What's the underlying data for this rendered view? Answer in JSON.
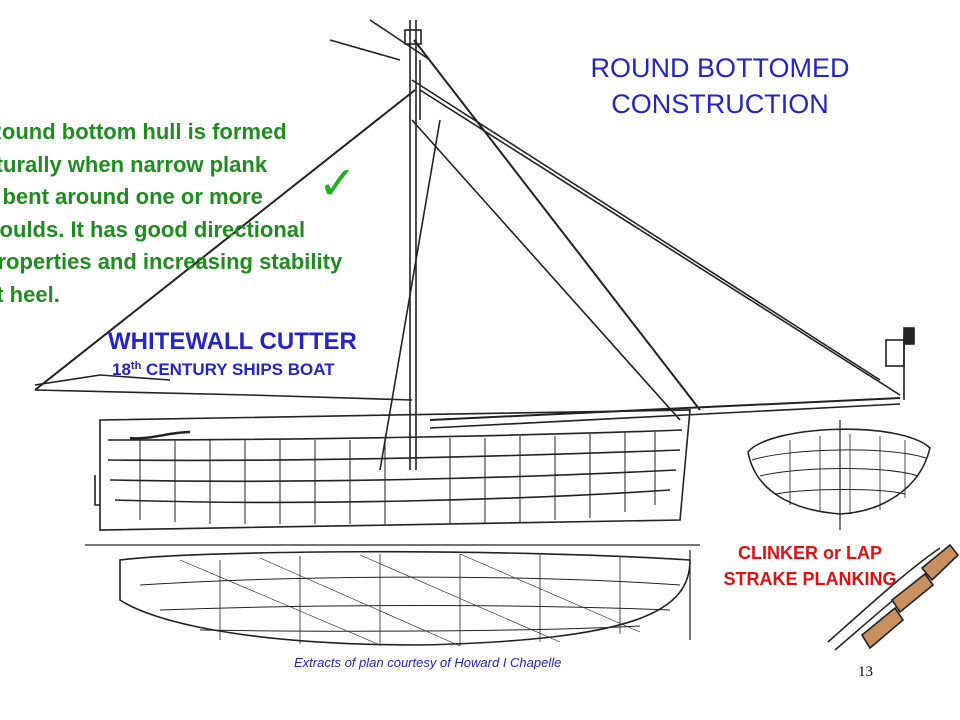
{
  "slide": {
    "title_lines": [
      "ROUND BOTTOMED",
      "CONSTRUCTION"
    ],
    "body_lines": [
      "Round bottom hull is formed",
      "naturally when narrow plank",
      "is bent around one or more",
      "moulds. It has good directional",
      "properties and increasing stability",
      "at heel."
    ],
    "checkmark_glyph": "✓",
    "boat_name": "WHITEWALL CUTTER",
    "boat_sub_ordinal": "18",
    "boat_sub_suffix": "th",
    "boat_sub_rest": " CENTURY SHIPS BOAT",
    "clinker_lines": [
      "CLINKER or LAP",
      "STRAKE PLANKING"
    ],
    "credit": "Extracts of  plan courtesy of Howard I Chapelle",
    "page_number": "13"
  },
  "colors": {
    "title": "#2424c8",
    "body_text": "#1e8c1e",
    "checkmark": "#20b020",
    "clinker_label": "#e01010",
    "plank": "#c89060"
  },
  "icons": [
    "checkmark-icon",
    "ship-plan-drawing",
    "dinghy-section-drawing",
    "hull-plan-drawing",
    "clinker-planking-diagram"
  ]
}
